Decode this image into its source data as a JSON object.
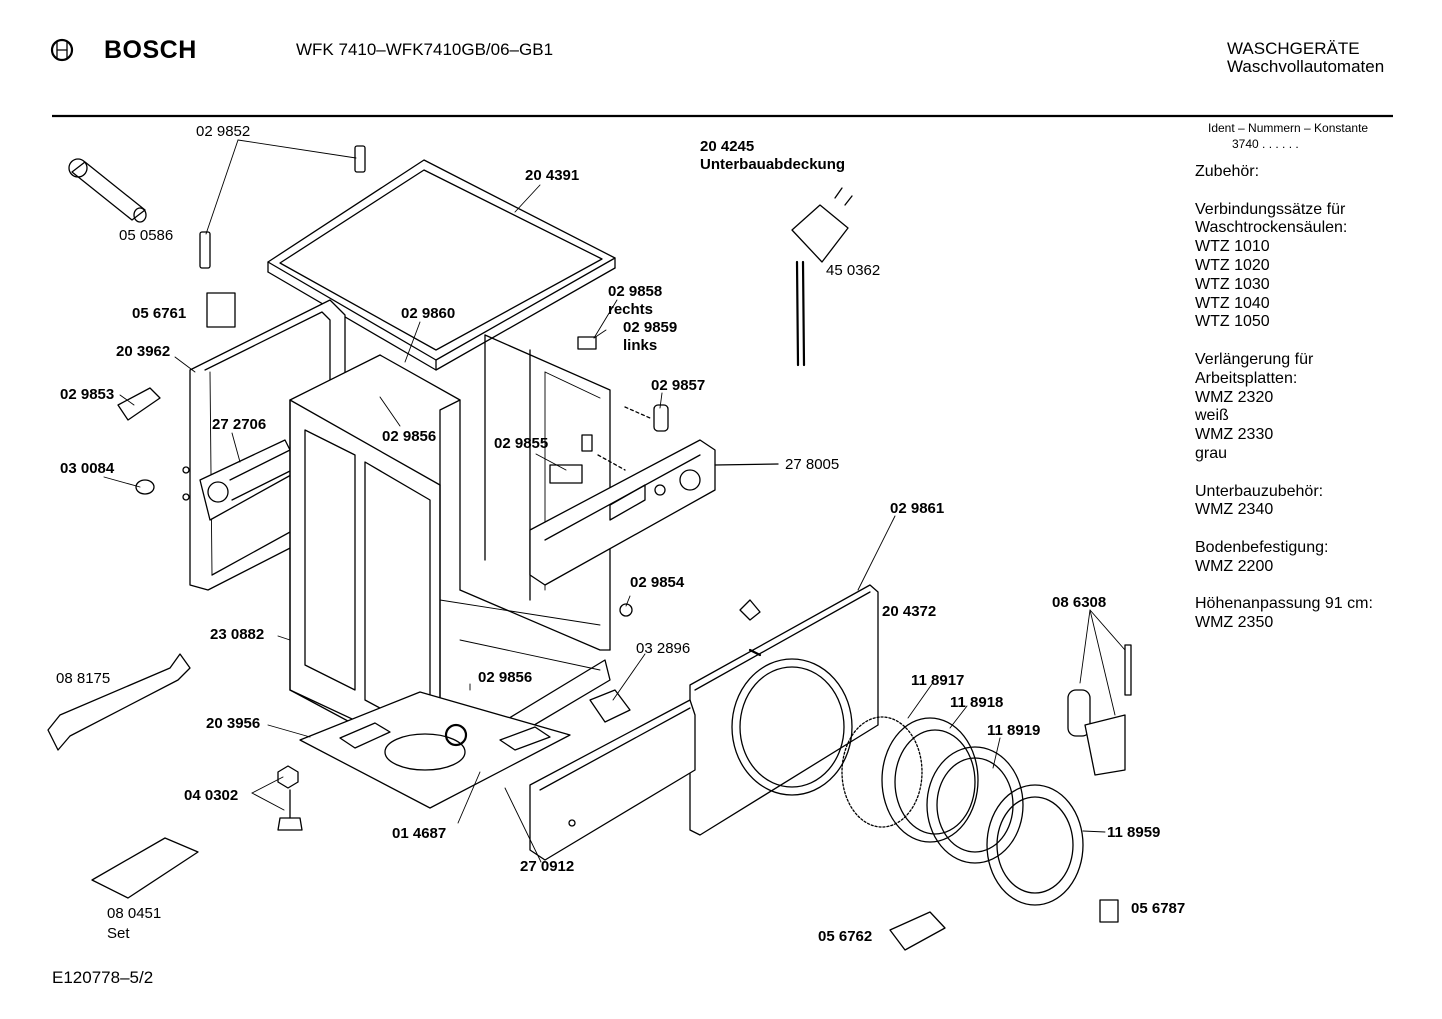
{
  "header": {
    "brand": "BOSCH",
    "model": "WFK 7410–WFK7410GB/06–GB1",
    "category_line1": "WASCHGERÄTE",
    "category_line2": "Waschvollautomaten"
  },
  "ident": {
    "title": "Ident – Nummern – Konstante",
    "value": "3740 . . . . . ."
  },
  "accessories": {
    "heading": "Zubehör:",
    "groups": [
      {
        "lines": [
          "Verbindungssätze für",
          "Waschtrockensäulen:",
          "WTZ 1010",
          "WTZ 1020",
          "WTZ 1030",
          "WTZ 1040",
          "WTZ 1050"
        ]
      },
      {
        "lines": [
          "Verlängerung für",
          "Arbeitsplatten:",
          "WMZ 2320",
          "weiß",
          "WMZ 2330",
          "grau"
        ]
      },
      {
        "lines": [
          "Unterbauzubehör:",
          "WMZ 2340"
        ]
      },
      {
        "lines": [
          "Bodenbefestigung:",
          "WMZ 2200"
        ]
      },
      {
        "lines": [
          "Höhenanpassung 91 cm:",
          "WMZ 2350"
        ]
      }
    ]
  },
  "parts": {
    "p_029852": "02 9852",
    "p_050586": "05 0586",
    "p_056761": "05 6761",
    "p_203962": "20 3962",
    "p_029853": "02 9853",
    "p_272706": "27 2706",
    "p_030084": "03 0084",
    "p_204391": "20 4391",
    "p_029860": "02 9860",
    "p_204245": "20 4245",
    "p_204245_name": "Unterbauabdeckung",
    "p_450362": "45 0362",
    "p_029858": "02 9858",
    "p_029858_side": "rechts",
    "p_029859": "02 9859",
    "p_029859_side": "links",
    "p_029857": "02 9857",
    "p_029856a": "02 9856",
    "p_029855": "02 9855",
    "p_278005": "27 8005",
    "p_029861": "02 9861",
    "p_029854": "02 9854",
    "p_204372": "20 4372",
    "p_086308": "08 6308",
    "p_230882": "23 0882",
    "p_032896": "03 2896",
    "p_029856b": "02 9856",
    "p_088175": "08 8175",
    "p_203956": "20 3956",
    "p_118917": "11 8917",
    "p_118918": "11 8918",
    "p_118919": "11 8919",
    "p_040302": "04 0302",
    "p_014687": "01 4687",
    "p_270912": "27 0912",
    "p_118959": "11 8959",
    "p_080451": "08 0451",
    "p_080451_note": "Set",
    "p_056787": "05 6787",
    "p_056762": "05 6762"
  },
  "footer": {
    "drawing_id": "E120778–5/2"
  }
}
